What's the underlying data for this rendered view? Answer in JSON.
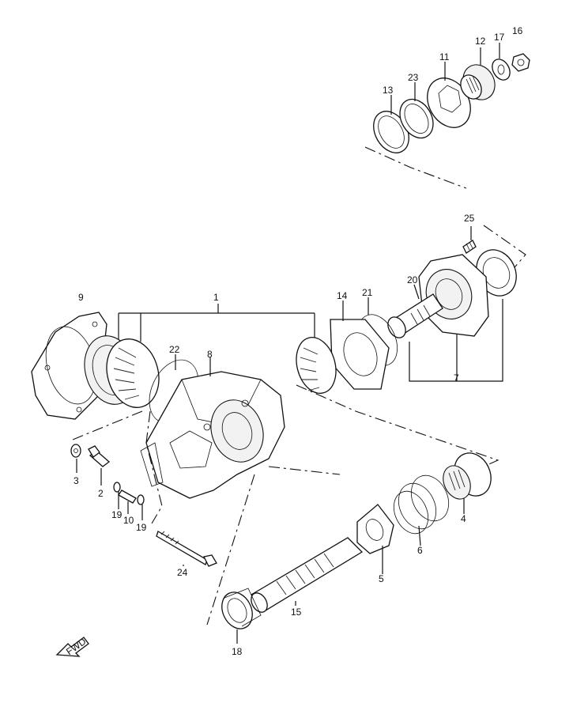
{
  "diagram": {
    "callouts": [
      {
        "id": "1",
        "text": "1"
      },
      {
        "id": "2",
        "text": "2"
      },
      {
        "id": "3",
        "text": "3"
      },
      {
        "id": "4",
        "text": "4"
      },
      {
        "id": "5",
        "text": "5"
      },
      {
        "id": "6",
        "text": "6"
      },
      {
        "id": "7",
        "text": "7"
      },
      {
        "id": "8",
        "text": "8"
      },
      {
        "id": "9",
        "text": "9"
      },
      {
        "id": "10",
        "text": "10"
      },
      {
        "id": "11",
        "text": "11"
      },
      {
        "id": "12",
        "text": "12"
      },
      {
        "id": "13",
        "text": "13"
      },
      {
        "id": "14",
        "text": "14"
      },
      {
        "id": "15",
        "text": "15"
      },
      {
        "id": "16",
        "text": "16"
      },
      {
        "id": "17",
        "text": "17"
      },
      {
        "id": "18",
        "text": "18"
      },
      {
        "id": "19a",
        "text": "19"
      },
      {
        "id": "19b",
        "text": "19"
      },
      {
        "id": "20",
        "text": "20"
      },
      {
        "id": "21",
        "text": "21"
      },
      {
        "id": "22",
        "text": "22"
      },
      {
        "id": "23",
        "text": "23"
      },
      {
        "id": "24",
        "text": "24"
      },
      {
        "id": "25",
        "text": "25"
      }
    ],
    "fwd_label": "FWD"
  }
}
